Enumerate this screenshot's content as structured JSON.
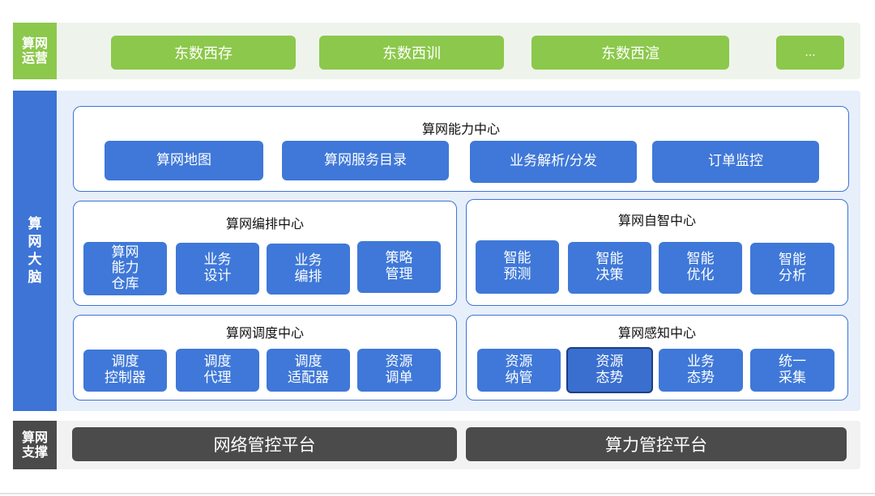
{
  "operations": {
    "label": "算网\n运营",
    "items": [
      "东数西存",
      "东数西训",
      "东数西渲",
      "..."
    ]
  },
  "brain": {
    "label": "算\n网\n大\n脑",
    "capability": {
      "title": "算网能力中心",
      "items": [
        "算网地图",
        "算网服务目录",
        "业务解析/分发",
        "订单监控"
      ]
    },
    "orchestration": {
      "title": "算网编排中心",
      "items": [
        "算网\n能力\n仓库",
        "业务\n设计",
        "业务\n编排",
        "策略\n管理"
      ]
    },
    "autonomy": {
      "title": "算网自智中心",
      "items": [
        "智能\n预测",
        "智能\n决策",
        "智能\n优化",
        "智能\n分析"
      ]
    },
    "scheduling": {
      "title": "算网调度中心",
      "items": [
        "调度\n控制器",
        "调度\n代理",
        "调度\n适配器",
        "资源\n调单"
      ]
    },
    "perception": {
      "title": "算网感知中心",
      "items": [
        "资源\n纳管",
        "资源\n态势",
        "业务\n态势",
        "统一\n采集"
      ]
    }
  },
  "support": {
    "label": "算网\n支撑",
    "platforms": [
      "网络管控平台",
      "算力管控平台"
    ]
  },
  "colors": {
    "green": "#8cc84b",
    "blue": "#3d74d6",
    "dark": "#4a4a4a"
  }
}
